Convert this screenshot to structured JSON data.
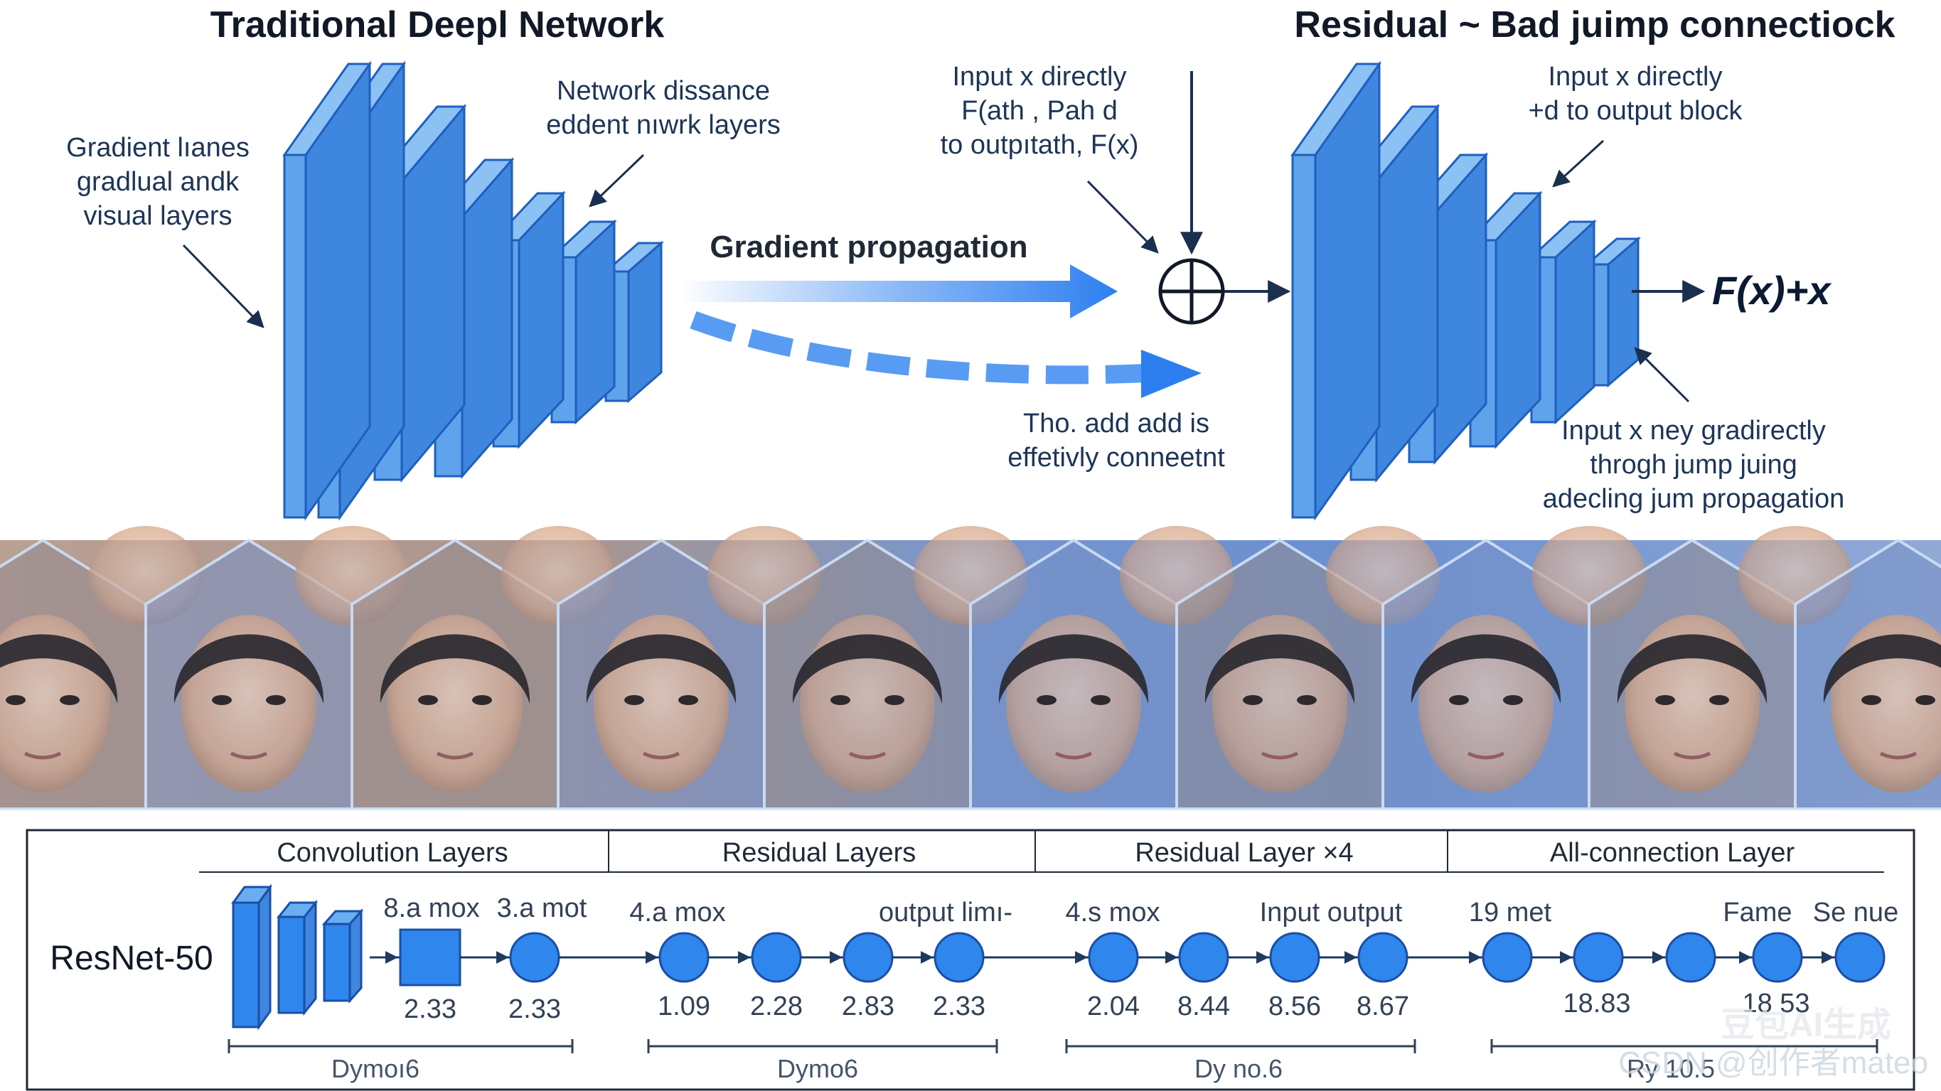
{
  "top": {
    "left_title": "Traditional Deepl Network",
    "right_title": "Residual ~ Bad juimp connectiock",
    "left_label_lines": [
      "Gradient lıanes",
      "gradlual andk",
      "visual layers"
    ],
    "network_label_lines": [
      "Network dissance",
      "eddent nıwrk layers"
    ],
    "gradient_propagation": "Gradient propagation",
    "bottom_arrow_label_lines": [
      "Tho. add add is",
      "effetivly conneetnt"
    ],
    "input_direct_lines": [
      "Input x directly",
      "F(ath , Pah d",
      "to outpıtath, F(x)"
    ],
    "right_top_label_lines": [
      "Input x directly",
      "+d to output block"
    ],
    "output_formula": "F(x)+x",
    "right_bottom_label_lines": [
      "Input x ney gradirectly",
      "throgh jump juing",
      "adecling jum propagation"
    ]
  },
  "bottom": {
    "model_name": "ResNet-50",
    "sections": [
      {
        "header": "Convolution Layers",
        "top_labels": [
          "8.a mox",
          "3.a mot"
        ],
        "values": [
          "2.33",
          "2.33"
        ],
        "footer": "Dymoı6"
      },
      {
        "header": "Residual Layers",
        "top_labels": [
          "4.a mox",
          "output limı-"
        ],
        "values": [
          "1.09",
          "2.28",
          "2.83",
          "2.33"
        ],
        "footer": "Dymo6"
      },
      {
        "header": "Residual Layer ×4",
        "top_labels": [
          "4.s mox",
          "Input output"
        ],
        "values": [
          "2.04",
          "8.44",
          "8.56",
          "8.67"
        ],
        "footer": "Dy no.6"
      },
      {
        "header": "All-connection Layer",
        "top_labels": [
          "19 met",
          "Fame",
          "Se nue"
        ],
        "values": [
          "18.83",
          "18 53"
        ],
        "footer": "Ry 10.5"
      }
    ]
  },
  "watermark": {
    "line1": "豆包AI生成",
    "line2": "CSDN @创作者mateo"
  },
  "colors": {
    "block_fill": "#5ea3ec",
    "block_side": "#3e86de",
    "block_stroke": "#1f5fbf",
    "node_fill": "#2f86ec",
    "node_stroke": "#1a4fa8",
    "arrow_blue": "#2d7ff0",
    "photo_tint": "#4d7fc7"
  }
}
